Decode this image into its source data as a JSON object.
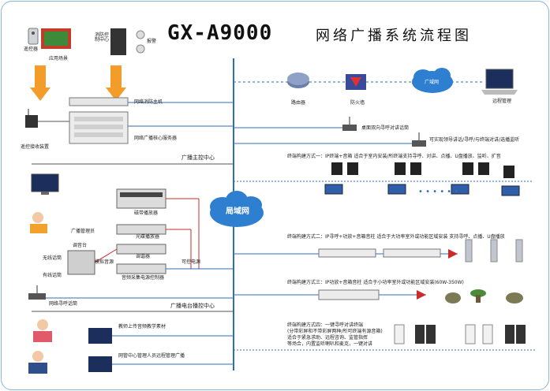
{
  "title": {
    "main": "GX-A9000",
    "sub": "网络广播系统流程图"
  },
  "colors": {
    "backbone": "#2c6fb5",
    "accent_red": "#cc2b2b",
    "cloud": "#2f7fd1",
    "frame": "#8ab3d6"
  },
  "left": {
    "scene_label": "应用场景",
    "remote_label": "遥控器",
    "fire_center_label": "消防控制中心",
    "alarm_label": "报警",
    "fire_host_label": "网络消防主机",
    "receiver_label": "遥控接收装置",
    "server_label": "网络广播核心服务器",
    "control_center": "广播主控中心",
    "cd_player": "磁带播放器",
    "cd_player2": "光碟播放器",
    "admin_label": "广播管理员",
    "mixer": "调音台",
    "wireless_mic": "无线话筒",
    "wired_mic": "有线话筒",
    "tuner": "调谐器",
    "sequence": "音频采集电源控制器",
    "analog": "模拟音源",
    "programmable": "可控电源",
    "page_mic": "网络寻呼话筒",
    "tv_center": "广播电台播控中心",
    "teacher": "教师上传音频教学素材",
    "remote_admin": "网管中心管理人员远程管理广播"
  },
  "right": {
    "router": "路由器",
    "firewall": "防火墙",
    "wan": "广域网",
    "remote_mgmt": "远程管理",
    "desk_mic": "桌面双向寻呼对讲话筒",
    "desk_mic2": "可实现领导讲话/寻呼/与终端对讲/选播监听",
    "lan": "局域网",
    "mode1": "终端构建方式一：IP终端+音箱 适合于室内安装/所终端支持寻呼、对讲、点播、U盘播放、监听、扩音",
    "mode2": "终端构建方式二：IP寻呼+功放+音箱音柱 适合于大功率室外或功能区域安装 支持寻呼、点播、U盘播放",
    "mode3": "终端构建方式三：IP功放+音箱音柱 适合于小功率室外或功能区域安装(60W-350W)",
    "mode4": "终端构建方式四：一键寻呼对讲终端",
    "mode4b": "(分带彩屏和不带彩屏两种/所可终端有源音箱)",
    "mode4c": "适合于紧急求助、远程咨询、监管指挥",
    "mode4d": "等场合，内置监听喇叭和麦克，一键对讲"
  }
}
